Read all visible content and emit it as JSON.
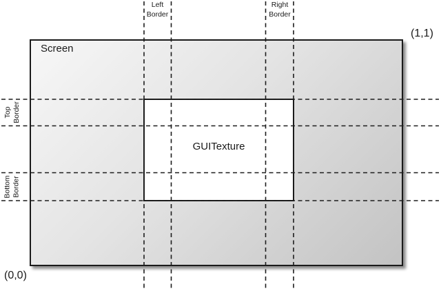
{
  "figure": {
    "screen": {
      "label": "Screen",
      "coord_top_right": "(1,1)",
      "coord_bottom_left": "(0,0)"
    },
    "texture": {
      "label": "GUITexture"
    },
    "border_labels": {
      "left": {
        "line1": "Left",
        "line2": "Border"
      },
      "right": {
        "line1": "Right",
        "line2": "Border"
      },
      "top": {
        "line1": "Top",
        "line2": "Border"
      },
      "bottom": {
        "line1": "Bottom",
        "line2": "Border"
      }
    },
    "colors": {
      "screen_gradient_start": "#f7f7f7",
      "screen_gradient_end": "#c3c3c3",
      "texture_fill": "#ffffff",
      "line_color": "#1c1c1c",
      "text_color": "#1a1a1a"
    }
  }
}
